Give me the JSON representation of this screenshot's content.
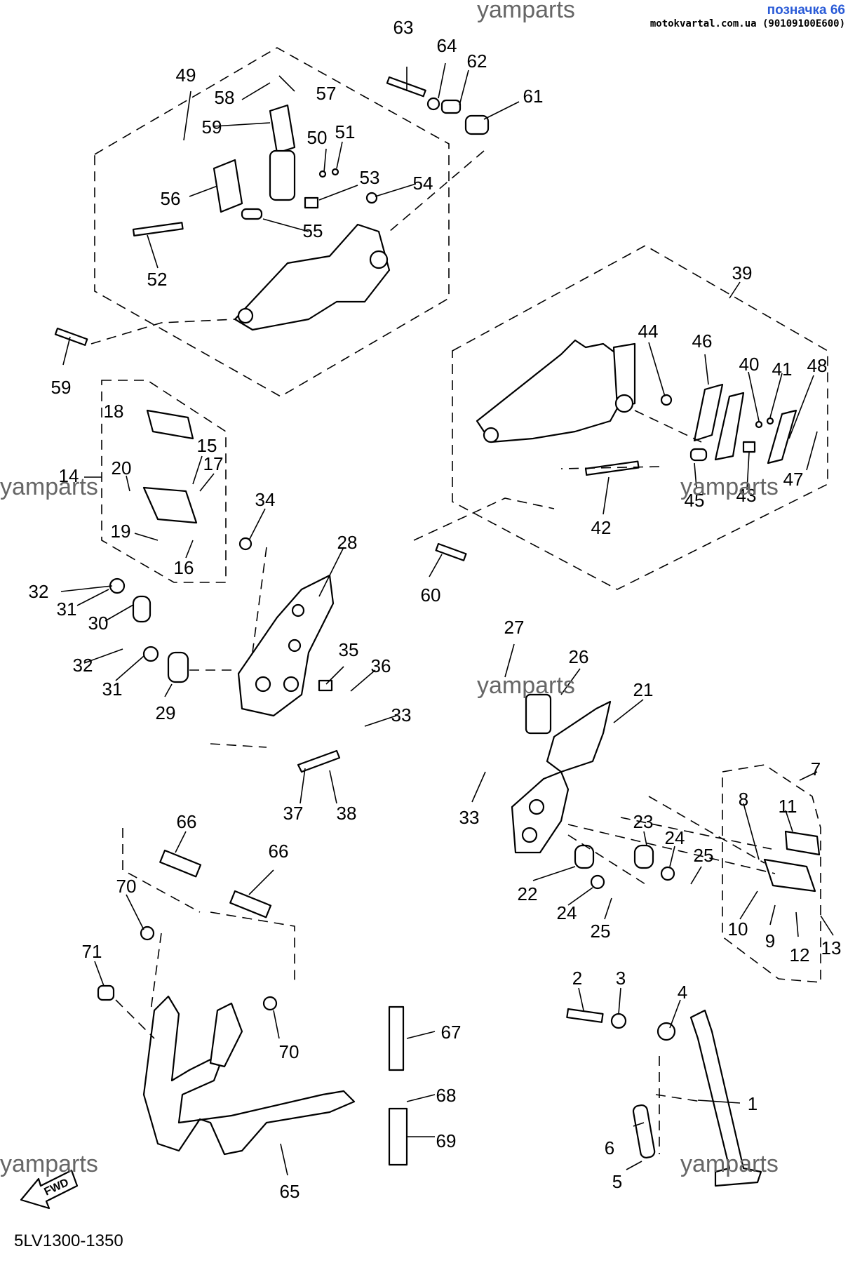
{
  "header": {
    "watermark": "yamparts",
    "badge_title": "позначка 66",
    "badge_site": "motokvartal.com.ua (90109100E600)"
  },
  "footer": {
    "diagram_code": "5LV1300-1350",
    "fwd_label": "FWD"
  },
  "watermarks": [
    "yamparts",
    "yamparts",
    "yamparts",
    "yamparts",
    "yamparts",
    "yamparts"
  ],
  "callouts": [
    {
      "id": "c63",
      "text": "63"
    },
    {
      "id": "c64",
      "text": "64"
    },
    {
      "id": "c62",
      "text": "62"
    },
    {
      "id": "c61",
      "text": "61"
    },
    {
      "id": "c49",
      "text": "49"
    },
    {
      "id": "c58",
      "text": "58"
    },
    {
      "id": "c57",
      "text": "57"
    },
    {
      "id": "c59a",
      "text": "59"
    },
    {
      "id": "c50",
      "text": "50"
    },
    {
      "id": "c51",
      "text": "51"
    },
    {
      "id": "c53",
      "text": "53"
    },
    {
      "id": "c54",
      "text": "54"
    },
    {
      "id": "c56",
      "text": "56"
    },
    {
      "id": "c55",
      "text": "55"
    },
    {
      "id": "c52",
      "text": "52"
    },
    {
      "id": "c59b",
      "text": "59"
    },
    {
      "id": "c39",
      "text": "39"
    },
    {
      "id": "c44",
      "text": "44"
    },
    {
      "id": "c46",
      "text": "46"
    },
    {
      "id": "c40",
      "text": "40"
    },
    {
      "id": "c41",
      "text": "41"
    },
    {
      "id": "c48",
      "text": "48"
    },
    {
      "id": "c47",
      "text": "47"
    },
    {
      "id": "c45",
      "text": "45"
    },
    {
      "id": "c43",
      "text": "43"
    },
    {
      "id": "c42",
      "text": "42"
    },
    {
      "id": "c60",
      "text": "60"
    },
    {
      "id": "c18",
      "text": "18"
    },
    {
      "id": "c15",
      "text": "15"
    },
    {
      "id": "c14",
      "text": "14"
    },
    {
      "id": "c20",
      "text": "20"
    },
    {
      "id": "c17",
      "text": "17"
    },
    {
      "id": "c19",
      "text": "19"
    },
    {
      "id": "c16",
      "text": "16"
    },
    {
      "id": "c34",
      "text": "34"
    },
    {
      "id": "c28",
      "text": "28"
    },
    {
      "id": "c32a",
      "text": "32"
    },
    {
      "id": "c31a",
      "text": "31"
    },
    {
      "id": "c30",
      "text": "30"
    },
    {
      "id": "c32b",
      "text": "32"
    },
    {
      "id": "c31b",
      "text": "31"
    },
    {
      "id": "c29",
      "text": "29"
    },
    {
      "id": "c35",
      "text": "35"
    },
    {
      "id": "c36",
      "text": "36"
    },
    {
      "id": "c33a",
      "text": "33"
    },
    {
      "id": "c37",
      "text": "37"
    },
    {
      "id": "c38",
      "text": "38"
    },
    {
      "id": "c27",
      "text": "27"
    },
    {
      "id": "c26",
      "text": "26"
    },
    {
      "id": "c21",
      "text": "21"
    },
    {
      "id": "c33b",
      "text": "33"
    },
    {
      "id": "c23",
      "text": "23"
    },
    {
      "id": "c24a",
      "text": "24"
    },
    {
      "id": "c25a",
      "text": "25"
    },
    {
      "id": "c22",
      "text": "22"
    },
    {
      "id": "c24b",
      "text": "24"
    },
    {
      "id": "c25b",
      "text": "25"
    },
    {
      "id": "c7",
      "text": "7"
    },
    {
      "id": "c8",
      "text": "8"
    },
    {
      "id": "c11",
      "text": "11"
    },
    {
      "id": "c10",
      "text": "10"
    },
    {
      "id": "c9",
      "text": "9"
    },
    {
      "id": "c12",
      "text": "12"
    },
    {
      "id": "c13",
      "text": "13"
    },
    {
      "id": "c66a",
      "text": "66"
    },
    {
      "id": "c66b",
      "text": "66"
    },
    {
      "id": "c70a",
      "text": "70"
    },
    {
      "id": "c71",
      "text": "71"
    },
    {
      "id": "c70b",
      "text": "70"
    },
    {
      "id": "c67",
      "text": "67"
    },
    {
      "id": "c68",
      "text": "68"
    },
    {
      "id": "c69",
      "text": "69"
    },
    {
      "id": "c65",
      "text": "65"
    },
    {
      "id": "c2",
      "text": "2"
    },
    {
      "id": "c3",
      "text": "3"
    },
    {
      "id": "c4",
      "text": "4"
    },
    {
      "id": "c1",
      "text": "1"
    },
    {
      "id": "c6",
      "text": "6"
    },
    {
      "id": "c5",
      "text": "5"
    }
  ]
}
